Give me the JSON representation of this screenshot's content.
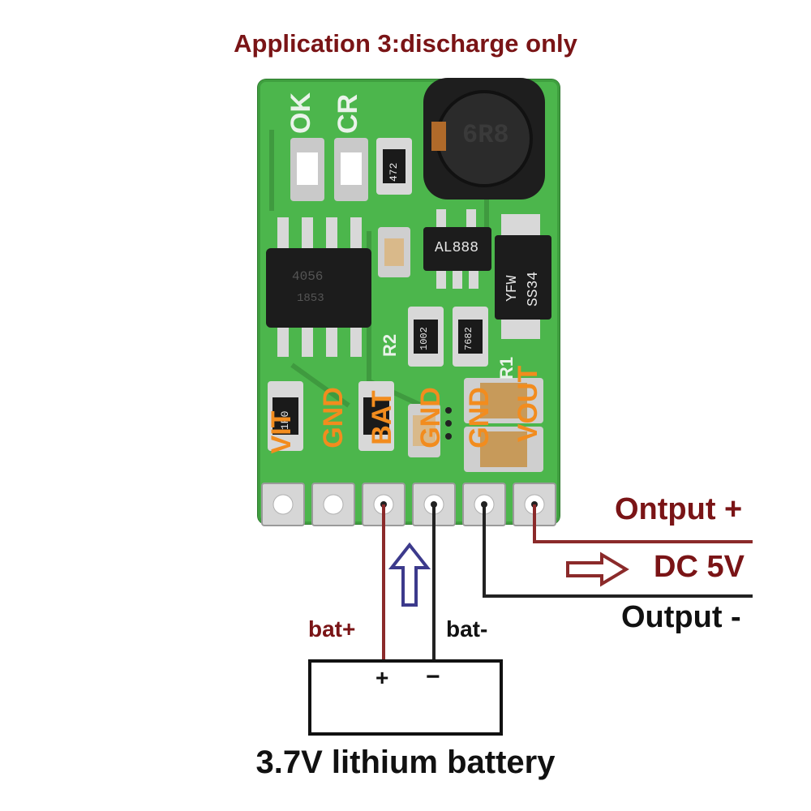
{
  "title": "Application 3:discharge only",
  "board": {
    "silkscreen": {
      "ok": "OK",
      "cr": "CR",
      "r2": "R2",
      "r1": "R1"
    },
    "pins": [
      "VIT",
      "GND",
      "BAT",
      "GND",
      "GND",
      "VOUT"
    ],
    "components": {
      "inductor": "6R8",
      "regulator": "AL888",
      "ic": "4056",
      "ic_sub": "1853",
      "diode_brand": "YFW",
      "diode": "SS34",
      "res_top": "472",
      "res_mid1": "1002",
      "res_mid2": "7682",
      "res_left": "1R0"
    }
  },
  "labels": {
    "output_plus": "Ontput +",
    "dc": "DC 5V",
    "output_minus": "Output -",
    "bat_plus": "bat+",
    "bat_minus": "bat-",
    "battery_plus": "+",
    "battery_minus": "−",
    "battery": "3.7V lithium battery"
  },
  "colors": {
    "wire_red": "#8b2a2a",
    "wire_black": "#222222",
    "arrow_up": "#3c3a8c",
    "arrow_right": "#8b2a2a",
    "accent_text": "#7a1416"
  }
}
